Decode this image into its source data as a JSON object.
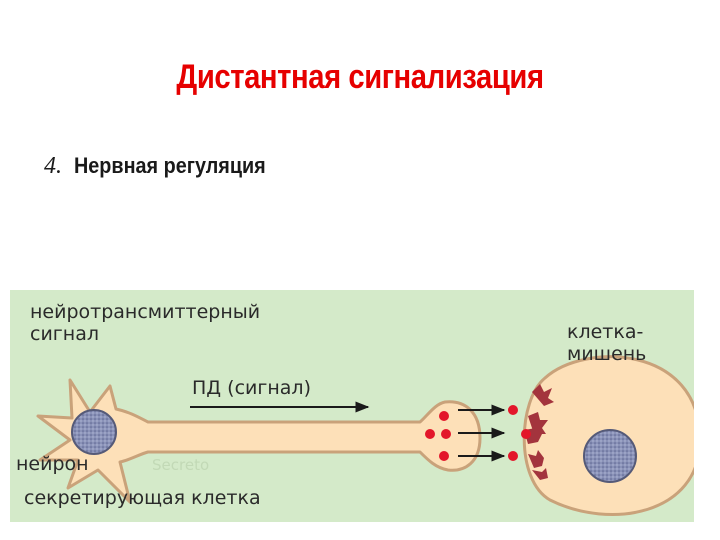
{
  "slide": {
    "title": "Дистантная сигнализация",
    "subtitle_number": "4.",
    "subtitle_text": "Нервная регуляция"
  },
  "figure": {
    "labels": {
      "signal_line1": "нейротрансмиттерный",
      "signal_line2": "сигнал",
      "target_line1": "клетка-",
      "target_line2": "мишень",
      "action_potential": "ПД (сигнал)",
      "neuron": "нейрон",
      "secreting_cell": "секретирующая клетка"
    },
    "colors": {
      "background": "#d4eac9",
      "cell_fill": "#fde0b8",
      "cell_stroke": "#c9a27a",
      "nucleus": "#8a92b8",
      "neurotransmitter": "#e3162a",
      "receptor": "#a3343d",
      "arrow": "#1a1a1a"
    }
  }
}
